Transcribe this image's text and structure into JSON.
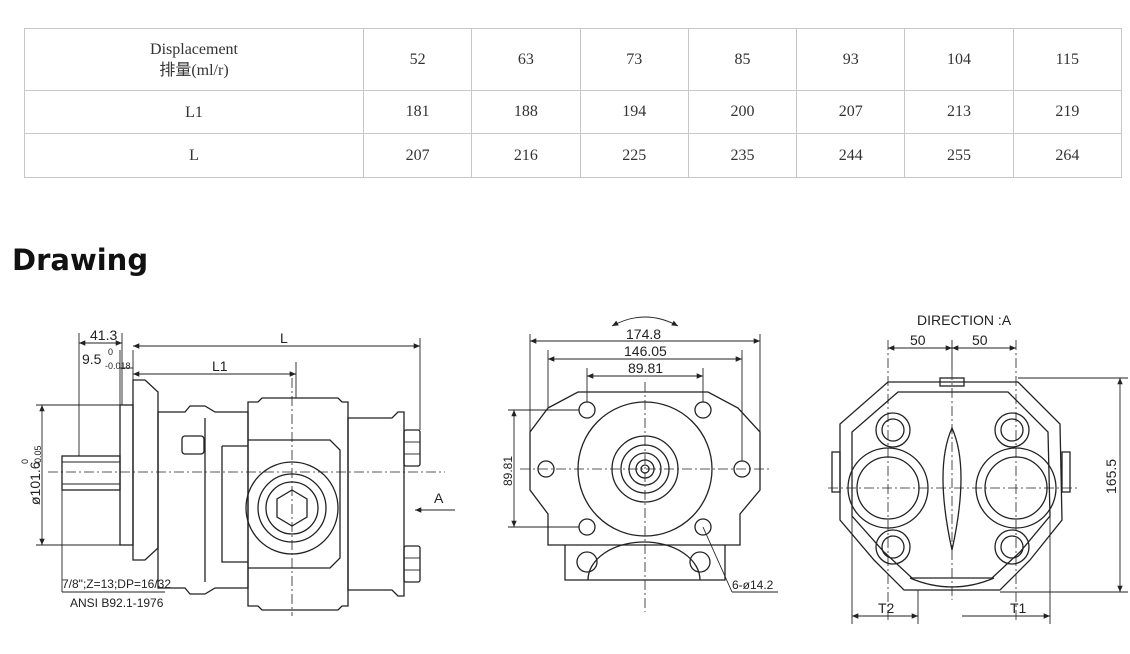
{
  "table": {
    "displacement_label_en": "Displacement",
    "displacement_label_cn": "排量(ml/r)",
    "displacement": [
      "52",
      "63",
      "73",
      "85",
      "93",
      "104",
      "115"
    ],
    "l1_label": "L1",
    "l1": [
      "181",
      "188",
      "194",
      "200",
      "207",
      "213",
      "219"
    ],
    "l_label": "L",
    "l": [
      "207",
      "216",
      "225",
      "235",
      "244",
      "255",
      "264"
    ]
  },
  "section_title": "Drawing",
  "drawing": {
    "side": {
      "dim_413": "41.3",
      "dim_95": "9.5",
      "dim_95_tol_upper": "0",
      "dim_95_tol_lower": "-0.018",
      "dim_L": "L",
      "dim_L1": "L1",
      "dim_dia": "ø101.6",
      "dim_dia_tol_upper": "0",
      "dim_dia_tol_lower": "-0.05",
      "view_arrow": "A",
      "spline_note": "7/8\";Z=13;DP=16/32",
      "spline_std": "ANSI B92.1-1976"
    },
    "front": {
      "dim_1748": "174.8",
      "dim_14605": "146.05",
      "dim_8981_h": "89.81",
      "dim_8981_v": "89.81",
      "hole_note": "6-ø14.2"
    },
    "rear": {
      "title": "DIRECTION :A",
      "dim_50_left": "50",
      "dim_50_right": "50",
      "dim_1655": "165.5",
      "dim_T2": "T2",
      "dim_T1": "T1"
    }
  }
}
